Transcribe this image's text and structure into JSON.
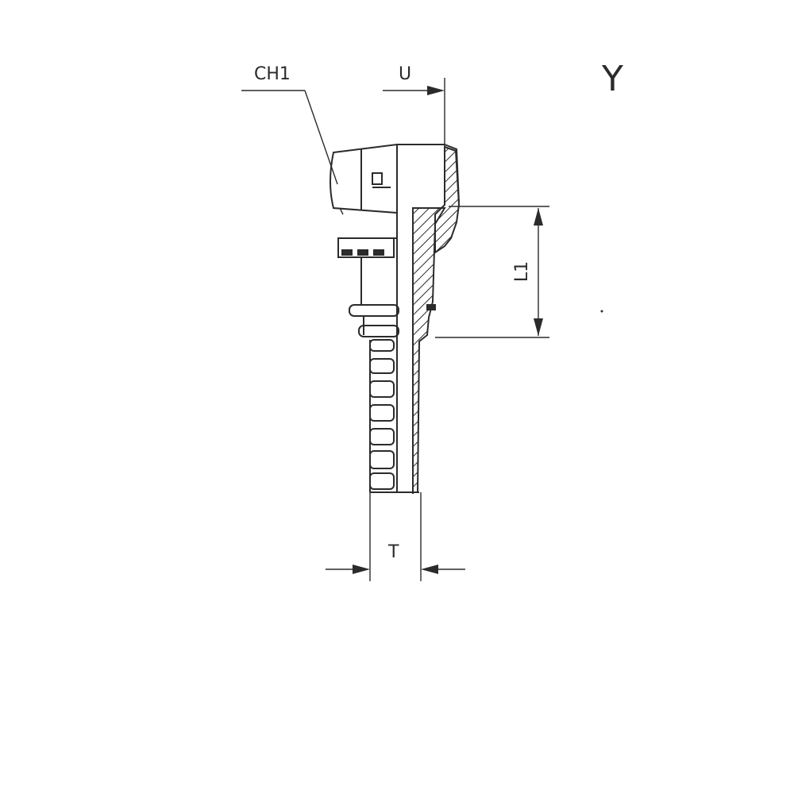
{
  "drawing": {
    "variant_letter": "Y",
    "dimensions": {
      "hex_wrench_size": "CH1",
      "thread_depth": "U",
      "nut_length": "L1",
      "tail_width": "T"
    }
  },
  "colors": {
    "ink": "#2b2b2b",
    "background": "#ffffff"
  }
}
